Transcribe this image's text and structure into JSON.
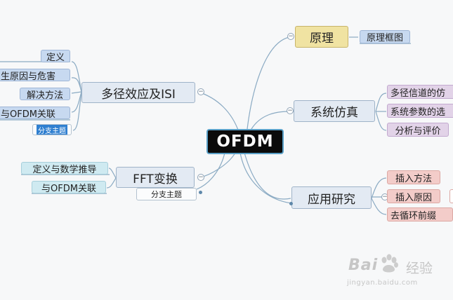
{
  "root": "OFDM",
  "branches": {
    "isi": {
      "label": "多径效应及ISI",
      "children": [
        "定义",
        "生原因与危害",
        "解决方法",
        "与OFDM关联",
        "分支主题"
      ]
    },
    "fft": {
      "label": "FFT变换",
      "children": [
        "定义与数学推导",
        "与OFDM关联",
        "分支主题"
      ]
    },
    "principle": {
      "label": "原理",
      "children": [
        "原理框图"
      ]
    },
    "sim": {
      "label": "系统仿真",
      "children": [
        "多径信道的仿",
        "系统参数的选",
        "分析与评价"
      ]
    },
    "app": {
      "label": "应用研究",
      "children": [
        "插入方法",
        "插入原因",
        "去循环前缀"
      ]
    }
  },
  "watermark": {
    "brand": "Bai",
    "cn": "经验",
    "url": "jingyan.baidu.com"
  },
  "colors": {
    "background": "#f7f8f9",
    "root_fill": "#0b0b0b",
    "main_fill": "#e3eaf3",
    "principle_fill": "#f0e3a2",
    "blue_leaf": "#c7d9f0",
    "teal_leaf": "#cfeaf1",
    "purple_leaf": "#e2d3e8",
    "pink_leaf": "#f3ccc9",
    "connector": "#8aaac3",
    "selection": "#2f7fd0"
  },
  "icons": [
    "collapse-icon",
    "baidu-paw-icon"
  ]
}
